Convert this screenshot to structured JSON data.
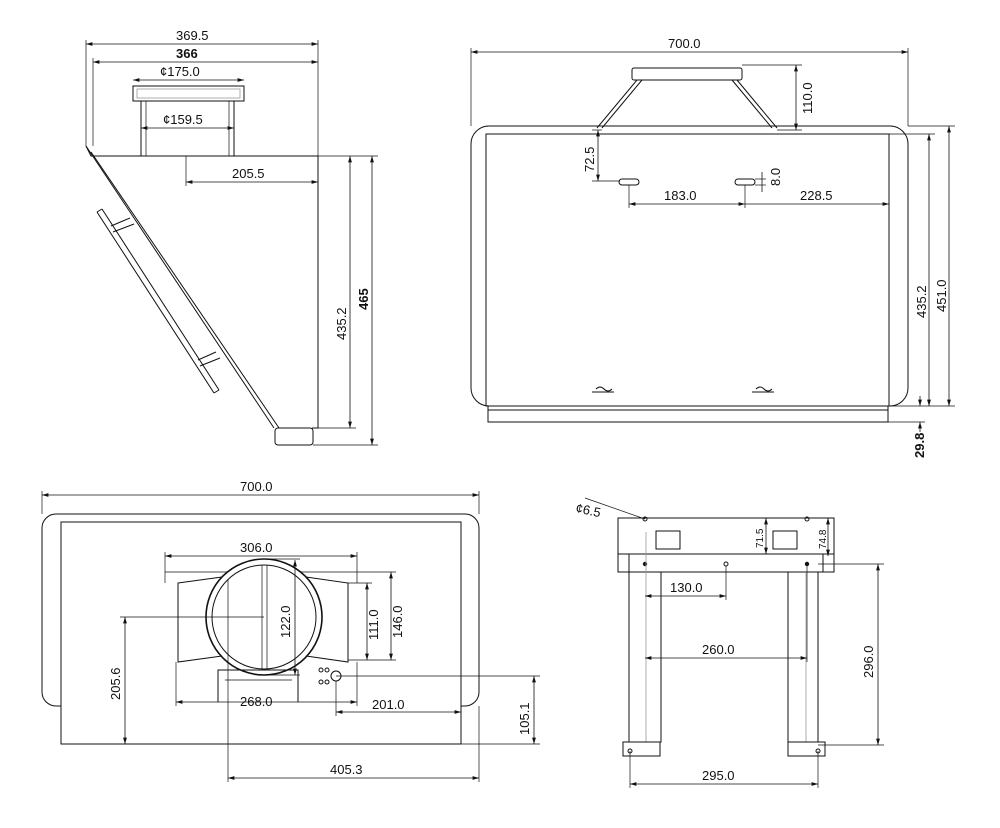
{
  "side_view": {
    "width_outer": "369.5",
    "width_inner": "366",
    "duct_outer": "¢175.0",
    "duct_inner": "¢159.5",
    "offset": "205.5",
    "height_body": "435.2",
    "height_total": "465"
  },
  "front_view": {
    "width": "700.0",
    "duct_height": "110.0",
    "bracket_top": "72.5",
    "slot_height": "8.0",
    "slot_spacing": "183.0",
    "slot_edge": "228.5",
    "height_body": "435.2",
    "height_total": "451.0",
    "bottom_trim": "29.8"
  },
  "bottom_view": {
    "width": "700.0",
    "box_width": "306.0",
    "duct_center": "122.0",
    "box_height_inner": "111.0",
    "box_height_outer": "146.0",
    "center_from_edge": "205.6",
    "box_base": "268.0",
    "panel_offset": "201.0",
    "panel_height": "105.1",
    "duct_offset": "405.3"
  },
  "bracket_view": {
    "hole_diameter": "¢6.5",
    "top_depth_a": "71.5",
    "top_depth_b": "74.8",
    "hole_spacing_a": "130.0",
    "hole_spacing_b": "260.0",
    "leg_height": "296.0",
    "foot_spacing": "295.0"
  }
}
